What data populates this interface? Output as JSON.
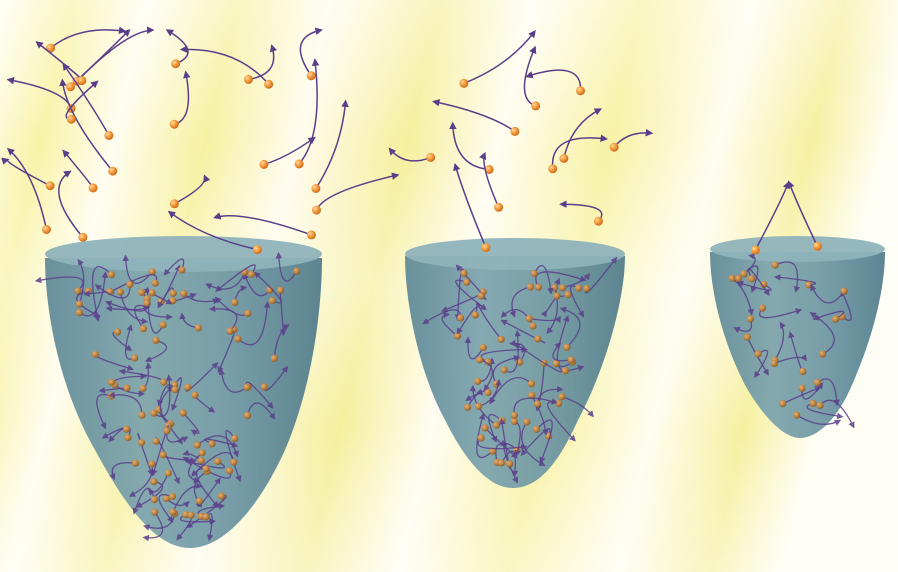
{
  "scene": {
    "description_hidden": "",
    "colors": {
      "background_cream": "#fffbe6",
      "background_yellow": "#f7f2a0",
      "bowl_fill": "#6f98a6",
      "bowl_rim": "#8fb3bb",
      "particle_orange": "#f29a3a",
      "particle_core": "#e07a1a",
      "trajectory_purple": "#5a3e8a"
    },
    "bowls": [
      {
        "name": "large-bowl",
        "escaped_particle_count": 24,
        "contained_particle_count": 90
      },
      {
        "name": "medium-bowl",
        "escaped_particle_count": 12,
        "contained_particle_count": 55
      },
      {
        "name": "small-bowl",
        "escaped_particle_count": 2,
        "contained_particle_count": 24
      }
    ]
  }
}
